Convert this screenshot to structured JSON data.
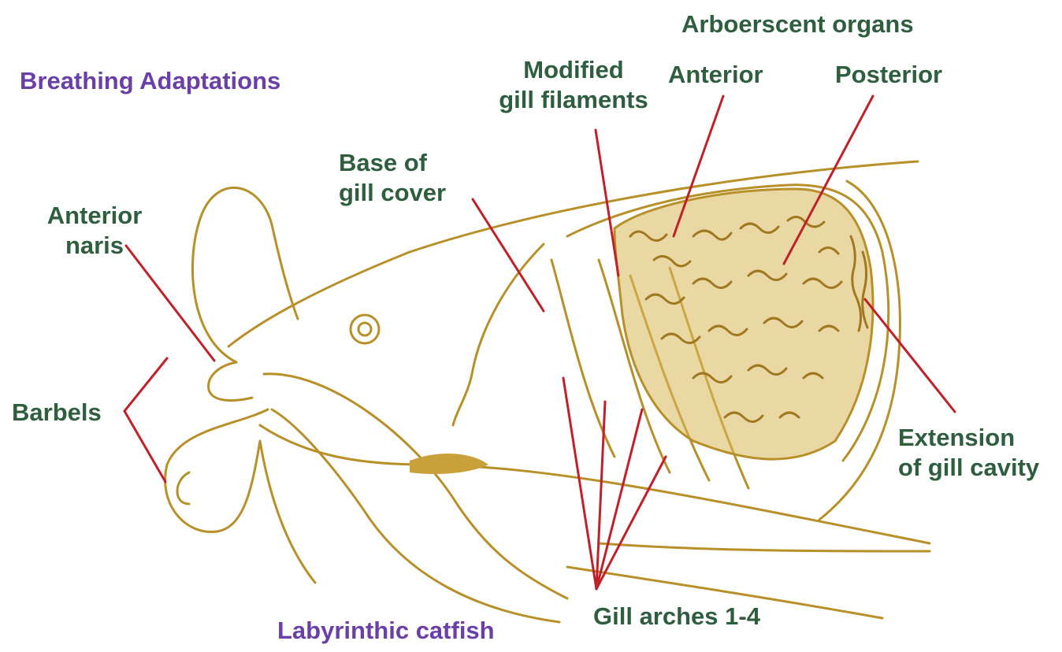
{
  "title": "Breathing Adaptations",
  "caption": "Labyrinthic catfish",
  "labels": {
    "arboerscent_organs": "Arboerscent organs",
    "modified_1": "Modified",
    "modified_2": "gill filaments",
    "anterior": "Anterior",
    "posterior": "Posterior",
    "base_1": "Base of",
    "base_2": "gill cover",
    "naris_1": "Anterior",
    "naris_2": "naris",
    "barbels": "Barbels",
    "extension_1": "Extension",
    "extension_2": "of gill cavity",
    "gill_arches": "Gill arches 1-4"
  },
  "colors": {
    "label_text": "#2f5e3f",
    "title_text": "#6a3fa8",
    "outline": "#b8902a",
    "organ_fill": "#c9a13a",
    "pointer_line": "#c0202a"
  }
}
